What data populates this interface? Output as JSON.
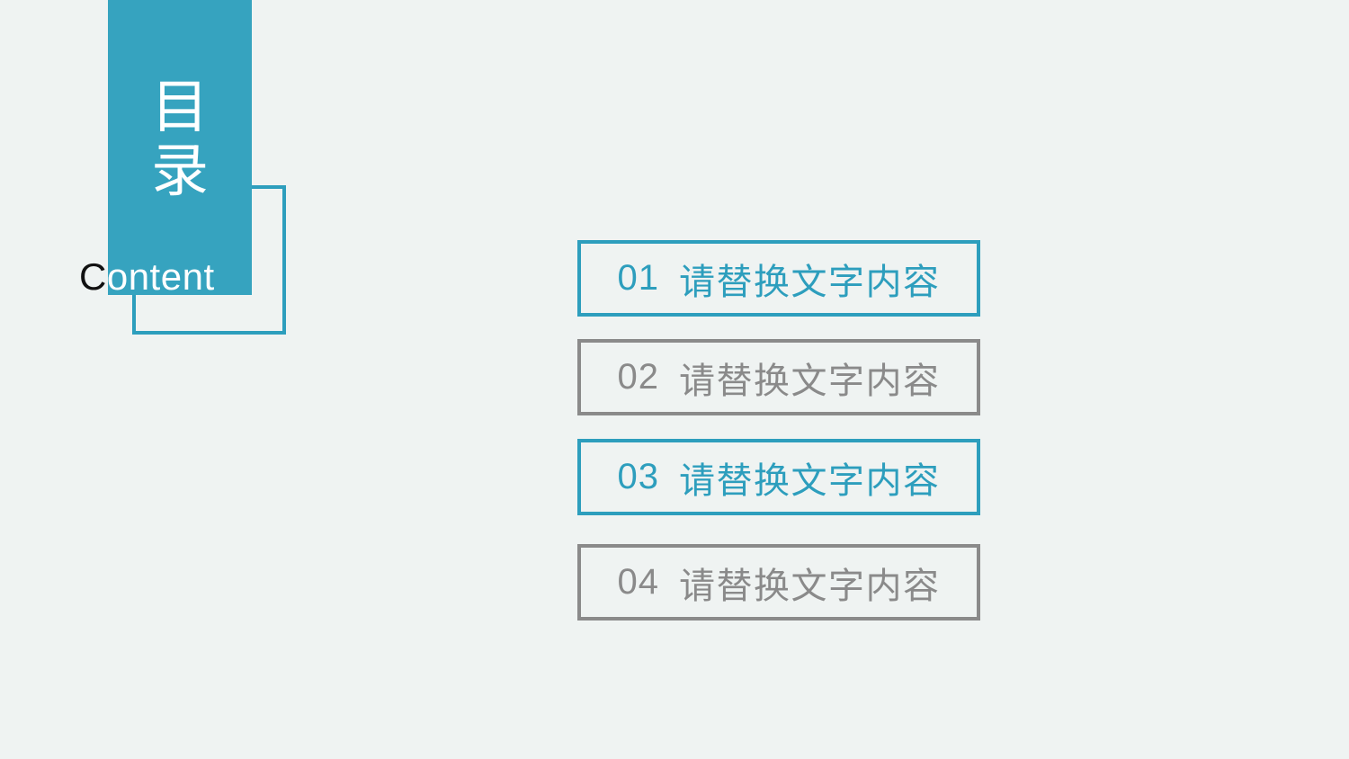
{
  "page": {
    "background_color": "#EFF3F2"
  },
  "colors": {
    "accent_fill": "#36A3BF",
    "accent_line": "#2D9EBD",
    "gray": "#8A8A8A",
    "title_text": "#FFFFFF",
    "content_first_letter_color": "#111111"
  },
  "toc_header": {
    "vertical_title_chars": [
      "目",
      "录"
    ],
    "subtitle": {
      "first_letter": "C",
      "rest": "ontent"
    }
  },
  "menu": {
    "items": [
      {
        "number": "01",
        "label": "请替换文字内容",
        "variant": "accent"
      },
      {
        "number": "02",
        "label": "请替换文字内容",
        "variant": "gray"
      },
      {
        "number": "03",
        "label": "请替换文字内容",
        "variant": "accent"
      },
      {
        "number": "04",
        "label": "请替换文字内容",
        "variant": "gray"
      }
    ]
  }
}
